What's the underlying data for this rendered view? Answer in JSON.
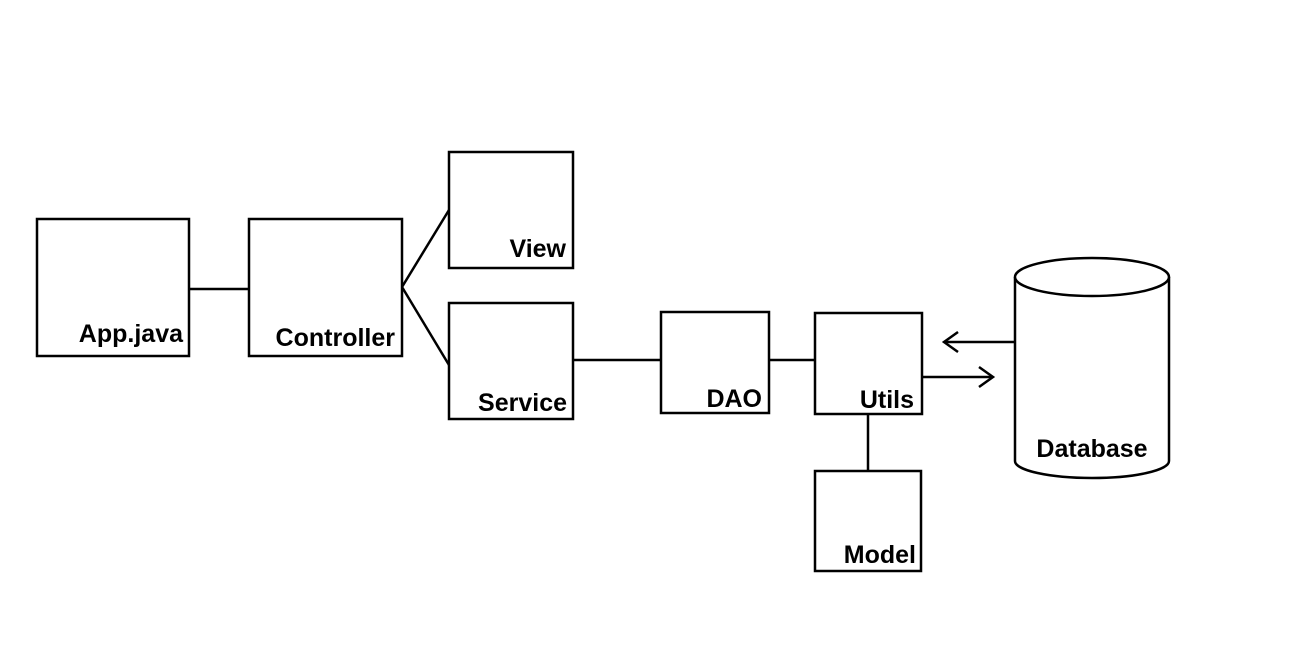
{
  "diagram": {
    "nodes": {
      "app": {
        "label": "App.java"
      },
      "controller": {
        "label": "Controller"
      },
      "view": {
        "label": "View"
      },
      "service": {
        "label": "Service"
      },
      "dao": {
        "label": "DAO"
      },
      "utils": {
        "label": "Utils"
      },
      "model": {
        "label": "Model"
      },
      "database": {
        "label": "Database"
      }
    },
    "edges": [
      {
        "from": "App.java",
        "to": "Controller"
      },
      {
        "from": "Controller",
        "to": "View"
      },
      {
        "from": "Controller",
        "to": "Service"
      },
      {
        "from": "Service",
        "to": "DAO"
      },
      {
        "from": "DAO",
        "to": "Utils"
      },
      {
        "from": "Utils",
        "to": "Model"
      },
      {
        "from": "Database",
        "to": "Utils",
        "arrow": true
      },
      {
        "from": "Utils",
        "to": "Database",
        "arrow": true
      }
    ]
  }
}
